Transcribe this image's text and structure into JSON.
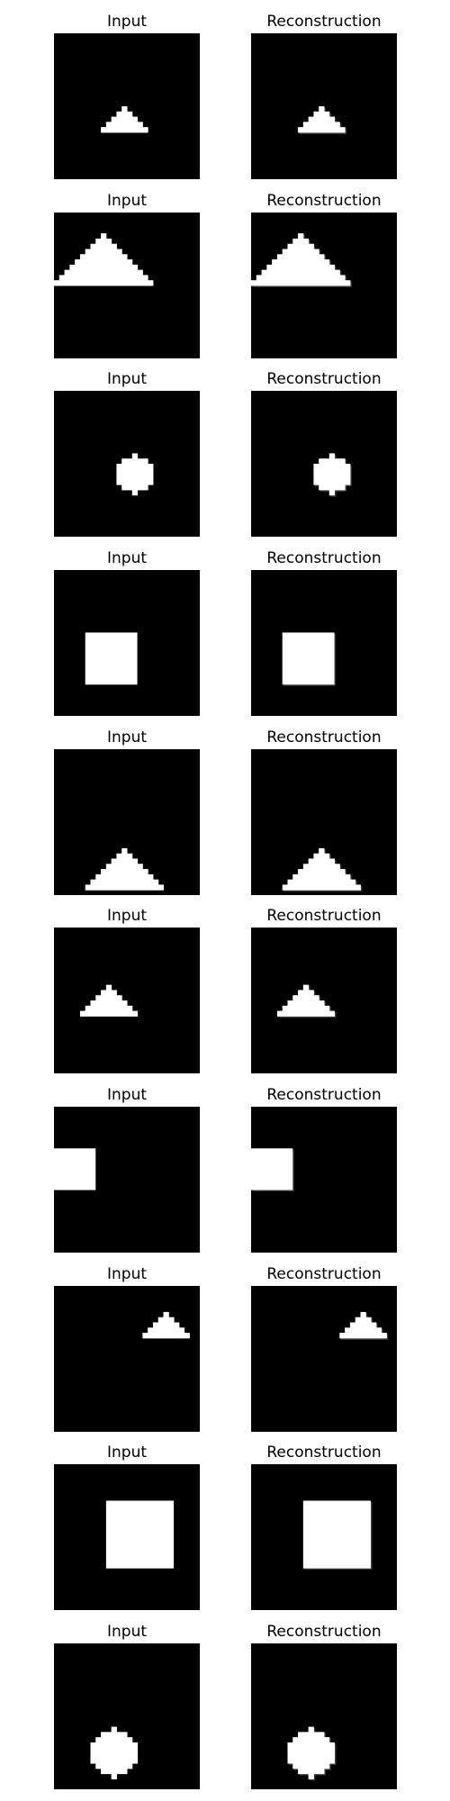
{
  "colors": {
    "background": "#000000",
    "shape": "#ffffff",
    "soft_edge": "#9a9a9a"
  },
  "column_titles": {
    "input": "Input",
    "reconstruction": "Reconstruction"
  },
  "rows": [
    {
      "input_title": "Input",
      "reconstruction_title": "Reconstruction",
      "shape": "triangle"
    },
    {
      "input_title": "Input",
      "reconstruction_title": "Reconstruction",
      "shape": "triangle"
    },
    {
      "input_title": "Input",
      "reconstruction_title": "Reconstruction",
      "shape": "circle"
    },
    {
      "input_title": "Input",
      "reconstruction_title": "Reconstruction",
      "shape": "square"
    },
    {
      "input_title": "Input",
      "reconstruction_title": "Reconstruction",
      "shape": "triangle"
    },
    {
      "input_title": "Input",
      "reconstruction_title": "Reconstruction",
      "shape": "triangle"
    },
    {
      "input_title": "Input",
      "reconstruction_title": "Reconstruction",
      "shape": "rectangle"
    },
    {
      "input_title": "Input",
      "reconstruction_title": "Reconstruction",
      "shape": "triangle"
    },
    {
      "input_title": "Input",
      "reconstruction_title": "Reconstruction",
      "shape": "square"
    },
    {
      "input_title": "Input",
      "reconstruction_title": "Reconstruction",
      "shape": "circle"
    }
  ]
}
